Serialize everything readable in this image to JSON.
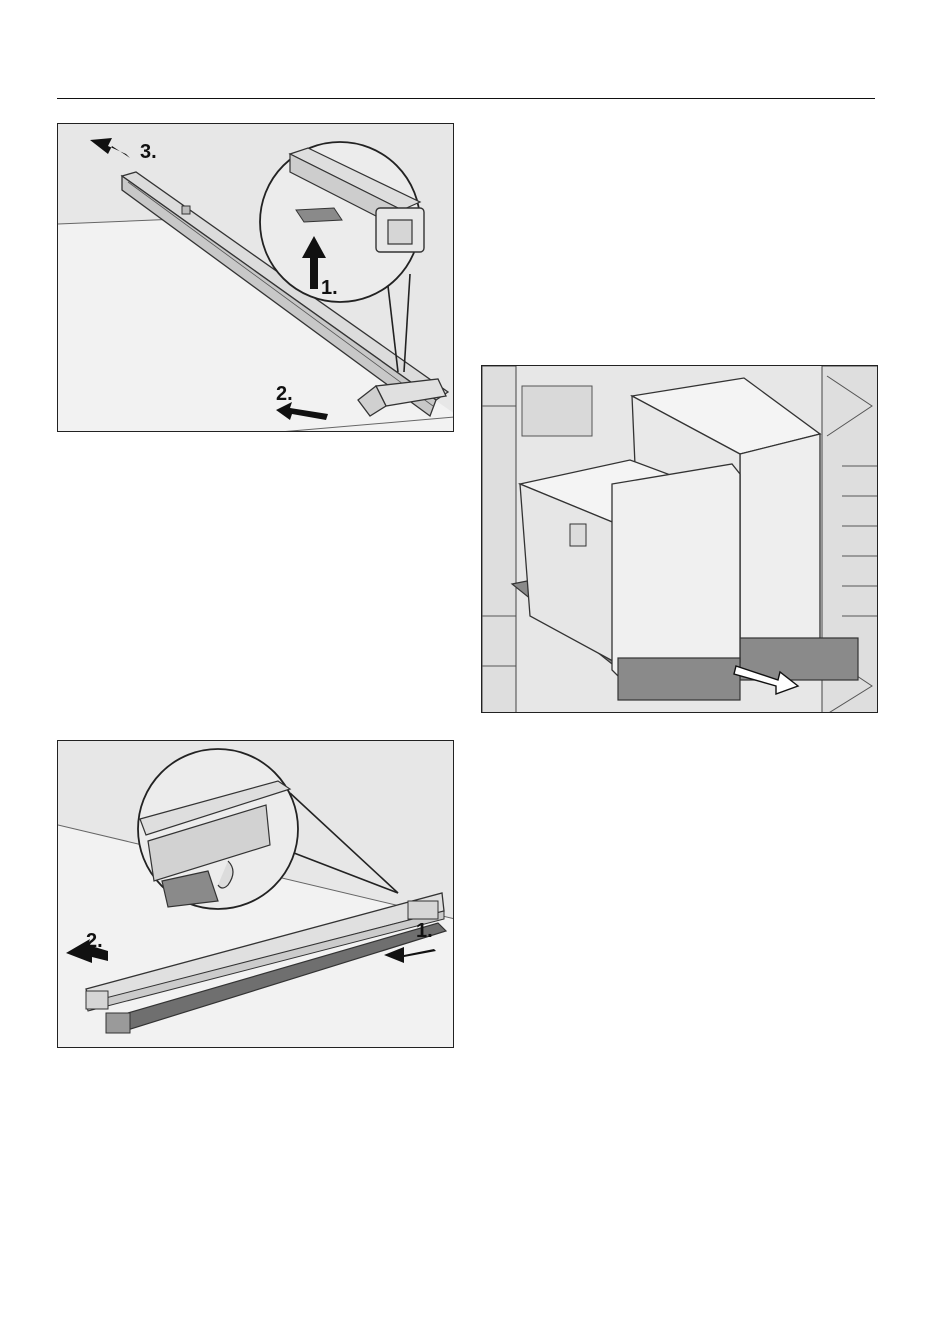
{
  "figures": {
    "top_left": {
      "steps": [
        "1.",
        "2.",
        "3."
      ]
    },
    "bottom_left": {
      "steps": [
        "1.",
        "2."
      ]
    }
  },
  "colors": {
    "background": "#e7e7e7",
    "line": "#222222",
    "arrow": "#111111",
    "dark_part": "#8a8a8a"
  }
}
